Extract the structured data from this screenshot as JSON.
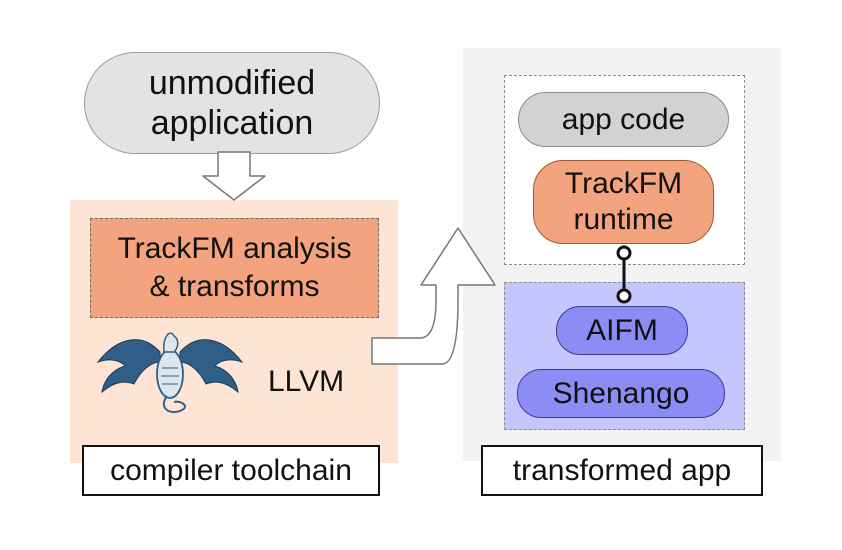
{
  "input": {
    "label_line1": "unmodified",
    "label_line2": "application"
  },
  "compiler": {
    "analysis_line1": "TrackFM analysis",
    "analysis_line2": "& transforms",
    "llvm_label": "LLVM",
    "caption": "compiler toolchain"
  },
  "transformed": {
    "app_code": "app code",
    "runtime_line1": "TrackFM",
    "runtime_line2": "runtime",
    "aifm": "AIFM",
    "shenango": "Shenango",
    "caption": "transformed app"
  },
  "colors": {
    "compiler_bg": "#fde4d5",
    "trackfm_orange": "#f3a47f",
    "library_bg": "#c6c6ff",
    "library_pill": "#8c8cf5",
    "neutral_gray": "#e3e3e3"
  },
  "icons": {
    "llvm_logo": "llvm-dragon-icon"
  }
}
